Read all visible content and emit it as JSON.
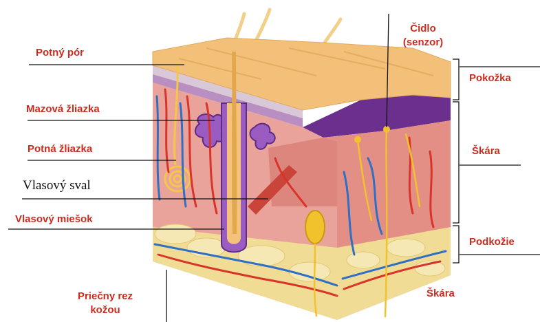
{
  "labels": {
    "sweat_pore": "Potný pór",
    "sebaceous_gland": "Mazová žliazka",
    "sweat_gland": "Potná žliazka",
    "hair_muscle": "Vlasový sval",
    "hair_follicle": "Vlasový miešok",
    "cross_section_line1": "Priečny rez",
    "cross_section_line2": "kožou",
    "sensor_line1": "Čidlo",
    "sensor_line2": "(senzor)",
    "epidermis": "Pokožka",
    "dermis": "Škára",
    "hypodermis": "Podkožie",
    "dermis_bottom": "Škára"
  },
  "colors": {
    "label_red": "#cc2b1f",
    "epidermis_top": "#f4c27a",
    "dermis": "#e79a90",
    "dermis_dark": "#d9726a",
    "fat": "#f3e2a2",
    "purple_layer": "#7a3f9a",
    "vein_blue": "#2f6fc4",
    "artery_red": "#d8342a",
    "nerve_yellow": "#f2c22c"
  }
}
